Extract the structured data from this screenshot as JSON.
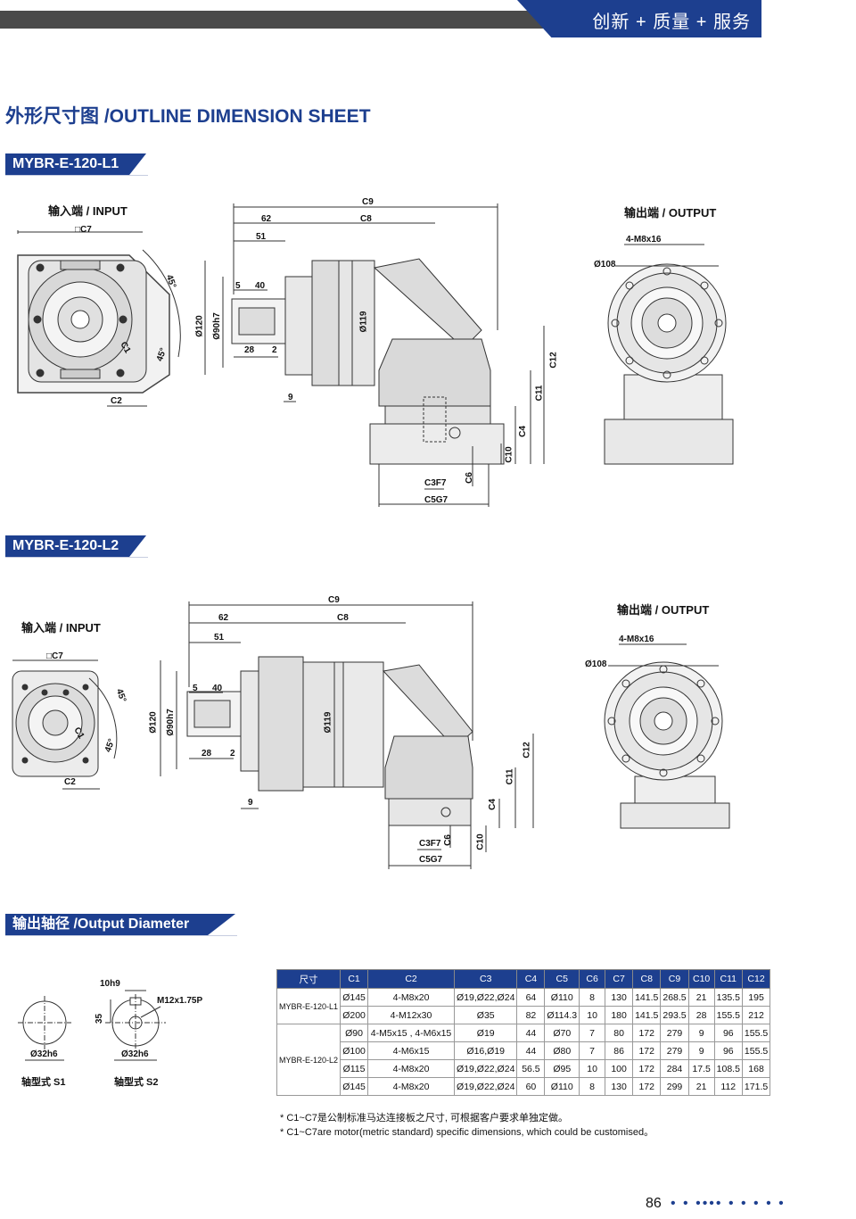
{
  "header": {
    "slogan": "创新 + 质量 + 服务"
  },
  "title": "外形尺寸图 /OUTLINE DIMENSION SHEET",
  "model_l1": {
    "tag": "MYBR-E-120-L1",
    "input_label": "输入端 / INPUT",
    "output_label": "输出端 / OUTPUT",
    "dims": {
      "c7": "□C7",
      "c9": "C9",
      "c8": "C8",
      "d62": "62",
      "d51": "51",
      "d5": "5",
      "d40": "40",
      "d28": "28",
      "d2": "2",
      "d9": "9",
      "d120": "Ø120",
      "d90": "Ø90h7",
      "d119": "Ø119",
      "c12": "C12",
      "c11": "C11",
      "c4": "C4",
      "c10": "C10",
      "c6": "C6",
      "c3": "C3F7",
      "c5": "C5G7",
      "c1": "C1",
      "c2": "C2",
      "a45a": "45°",
      "a45b": "45°",
      "m8": "4-M8x16",
      "d108": "Ø108"
    }
  },
  "model_l2": {
    "tag": "MYBR-E-120-L2",
    "input_label": "输入端 / INPUT",
    "output_label": "输出端 / OUTPUT",
    "dims": {
      "c7": "□C7",
      "c9": "C9",
      "c8": "C8",
      "d62": "62",
      "d51": "51",
      "d5": "5",
      "d40": "40",
      "d28": "28",
      "d2": "2",
      "d9": "9",
      "d120": "Ø120",
      "d90": "Ø90h7",
      "d119": "Ø119",
      "c12": "C12",
      "c11": "C11",
      "c4": "C4",
      "c10": "C10",
      "c6": "C6",
      "c3": "C3F7",
      "c5": "C5G7",
      "c1": "C1",
      "c2": "C2",
      "a45a": "45°",
      "a45b": "45°",
      "m8": "4-M8x16",
      "d108": "Ø108"
    }
  },
  "output_diameter": {
    "tag": "输出轴径 /Output Diameter",
    "s1_label": "轴型式  S1",
    "s2_label": "轴型式  S2",
    "s1_dia": "Ø32h6",
    "s2_dia": "Ø32h6",
    "key": "10h9",
    "thread": "M12x1.75P",
    "d35": "35"
  },
  "table": {
    "headers": [
      "尺寸",
      "C1",
      "C2",
      "C3",
      "C4",
      "C5",
      "C6",
      "C7",
      "C8",
      "C9",
      "C10",
      "C11",
      "C12"
    ],
    "groups": [
      {
        "model": "MYBR-E-120-L1",
        "rows": [
          [
            "Ø145",
            "4-M8x20",
            "Ø19,Ø22,Ø24",
            "64",
            "Ø110",
            "8",
            "130",
            "141.5",
            "268.5",
            "21",
            "135.5",
            "195"
          ],
          [
            "Ø200",
            "4-M12x30",
            "Ø35",
            "82",
            "Ø114.3",
            "10",
            "180",
            "141.5",
            "293.5",
            "28",
            "155.5",
            "212"
          ]
        ]
      },
      {
        "model": "MYBR-E-120-L2",
        "rows": [
          [
            "Ø90",
            "4-M5x15 , 4-M6x15",
            "Ø19",
            "44",
            "Ø70",
            "7",
            "80",
            "172",
            "279",
            "9",
            "96",
            "155.5"
          ],
          [
            "Ø100",
            "4-M6x15",
            "Ø16,Ø19",
            "44",
            "Ø80",
            "7",
            "86",
            "172",
            "279",
            "9",
            "96",
            "155.5"
          ],
          [
            "Ø115",
            "4-M8x20",
            "Ø19,Ø22,Ø24",
            "56.5",
            "Ø95",
            "10",
            "100",
            "172",
            "284",
            "17.5",
            "108.5",
            "168"
          ],
          [
            "Ø145",
            "4-M8x20",
            "Ø19,Ø22,Ø24",
            "60",
            "Ø110",
            "8",
            "130",
            "172",
            "299",
            "21",
            "112",
            "171.5"
          ]
        ]
      }
    ]
  },
  "notes": [
    "* C1~C7是公制标准马达连接板之尺寸, 可根据客户要求单独定做。",
    "* C1~C7are motor(metric standard)  specific dimensions, which could be customised。"
  ],
  "page": {
    "number": "86",
    "dots": "• • •••• • • • • •"
  },
  "colors": {
    "brand": "#1d3f8f",
    "bar": "#4a4a4a"
  }
}
